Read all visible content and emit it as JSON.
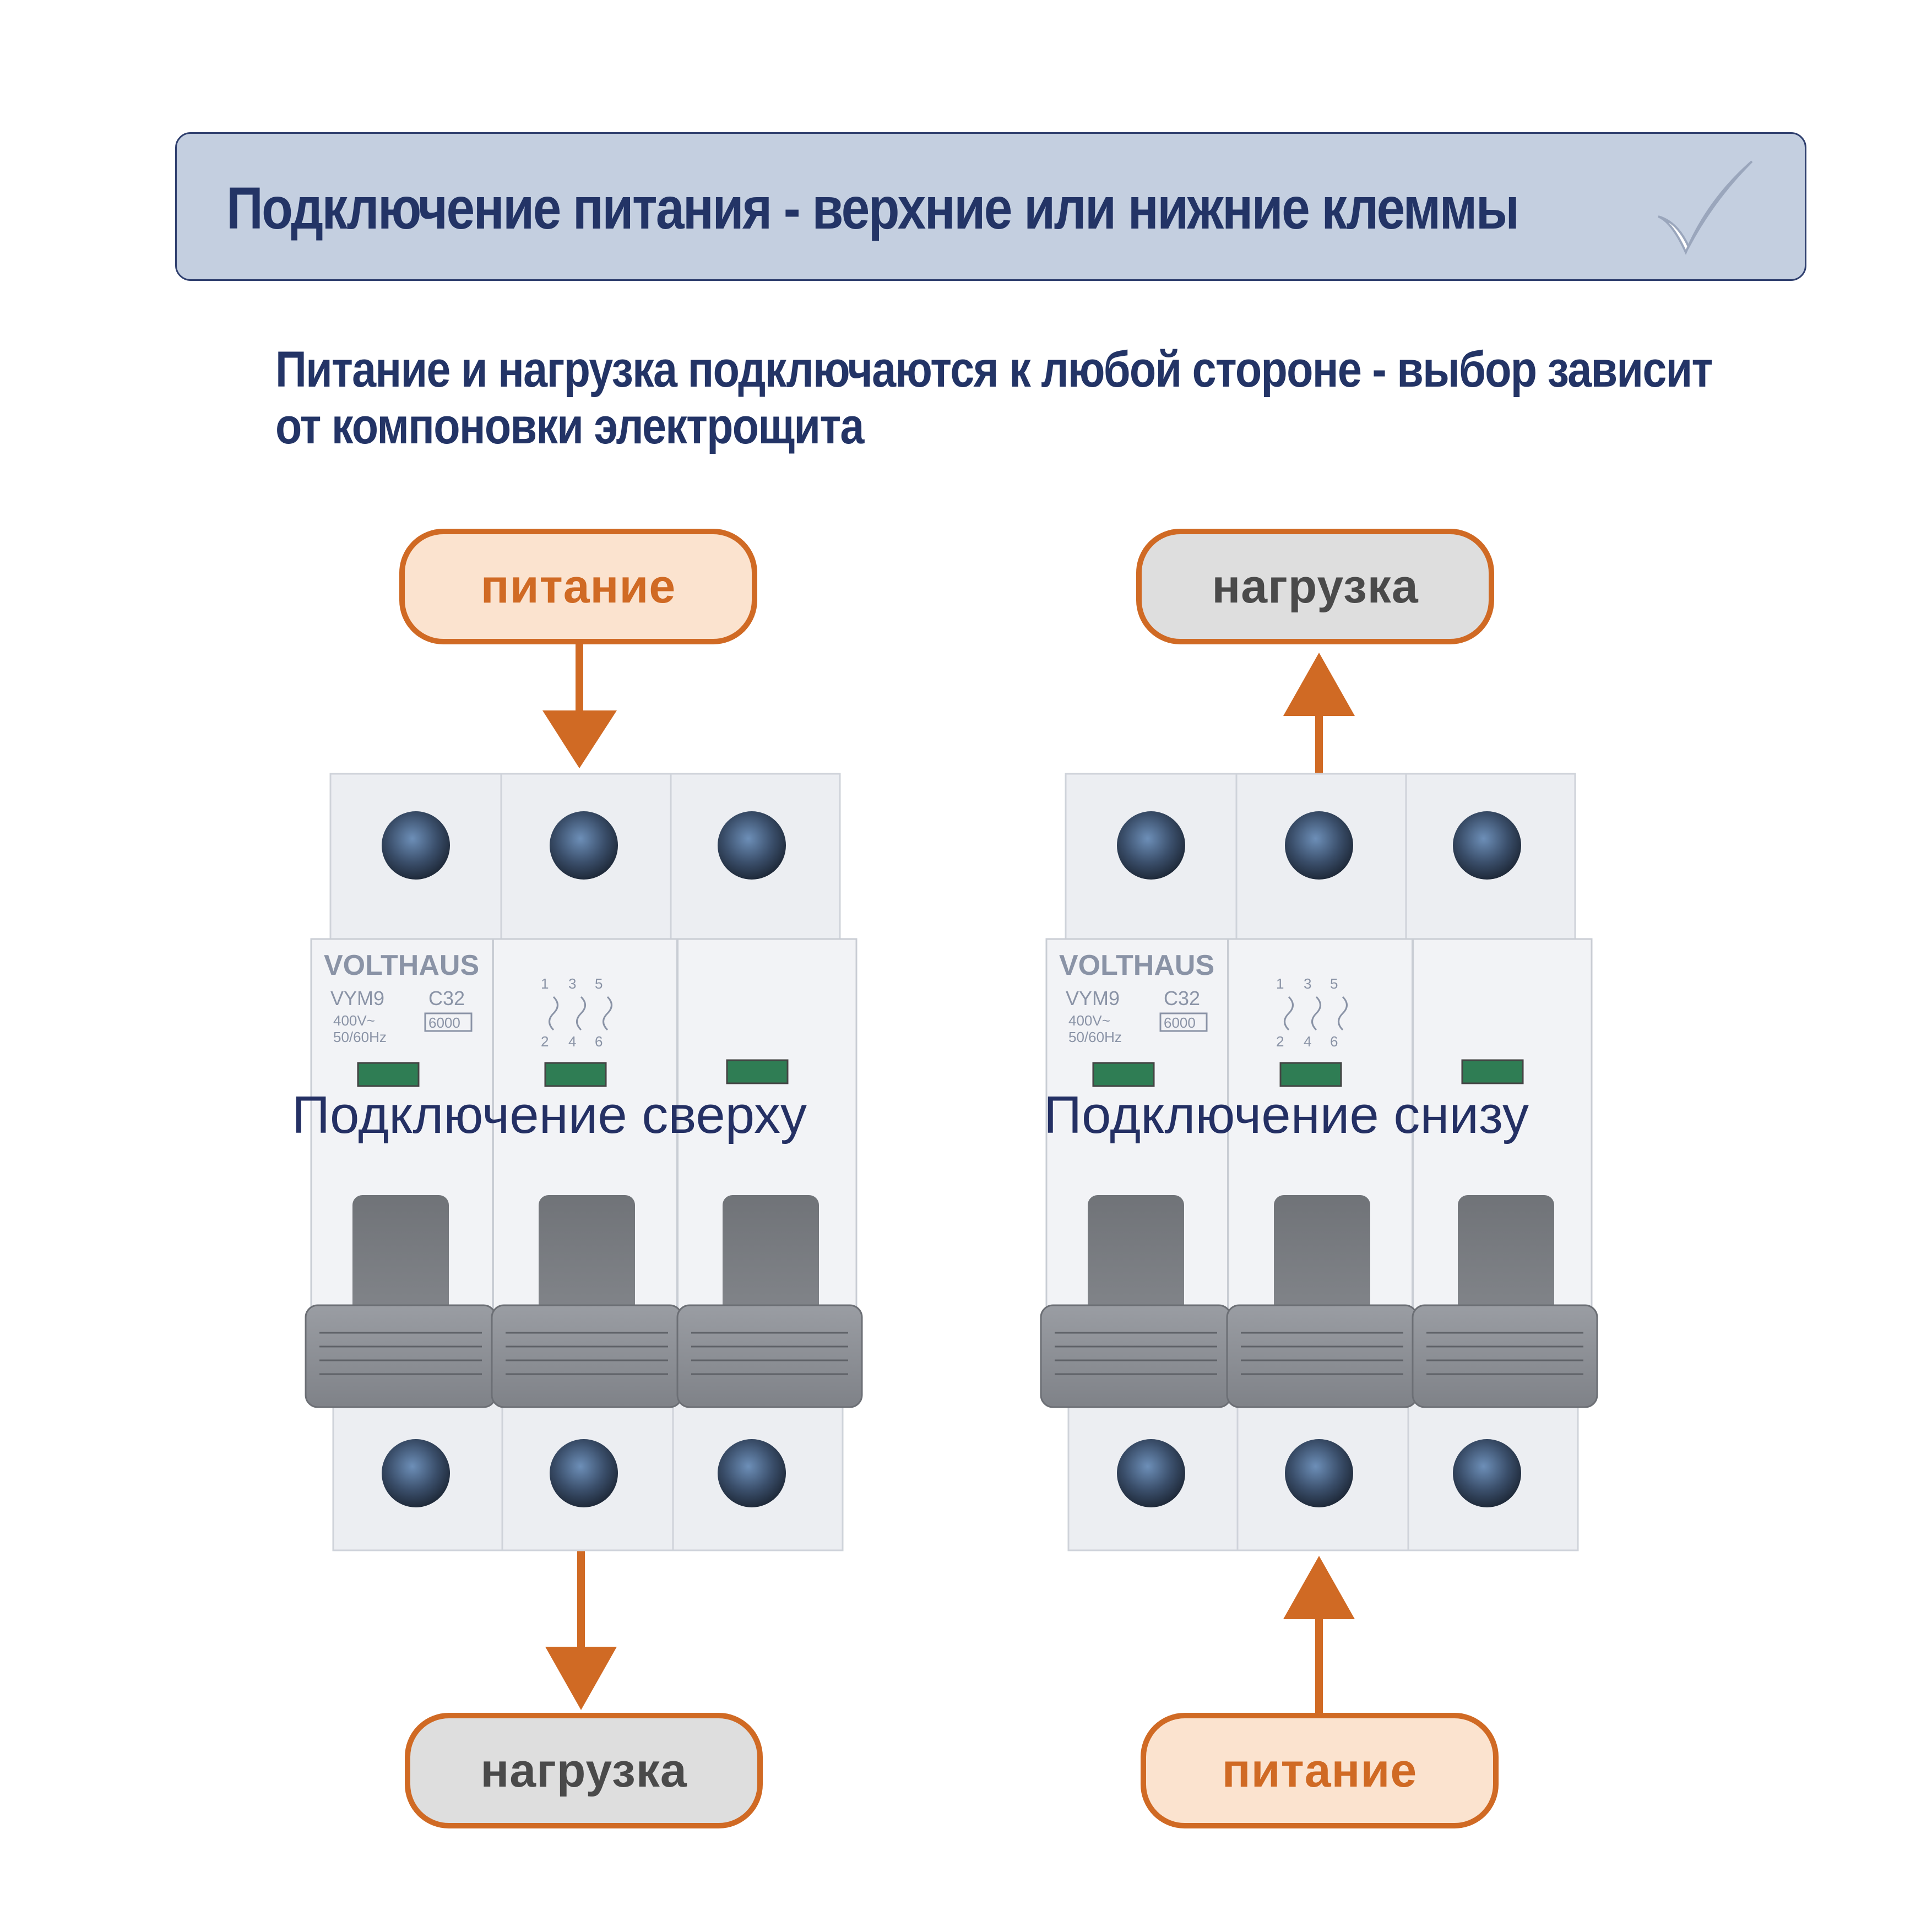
{
  "header": {
    "title": "Подключение питания - верхние или нижние клеммы"
  },
  "subtitle": {
    "line1": "Питание и нагрузка подключаются к любой стороне - выбор зависит",
    "line2": "от компоновки электрощита"
  },
  "left_diagram": {
    "top_pill": "питание",
    "bottom_pill": "нагрузка",
    "caption": "Подключение сверху"
  },
  "right_diagram": {
    "top_pill": "нагрузка",
    "bottom_pill": "питание",
    "caption": "Подключение снизу"
  },
  "breaker": {
    "brand": "VOLTHAUS",
    "model": "VYM9",
    "rating": "C32",
    "voltage": "400V~",
    "frequency": "50/60Hz",
    "capacity": "6000",
    "terminals_top": [
      "1",
      "3",
      "5"
    ],
    "terminals_bottom": [
      "2",
      "4",
      "6"
    ]
  },
  "colors": {
    "accent": "#d06a24",
    "title": "#233466",
    "banner_bg": "#c4cfe0",
    "supply_fill": "#fbe3cf",
    "load_fill": "#dedede"
  }
}
